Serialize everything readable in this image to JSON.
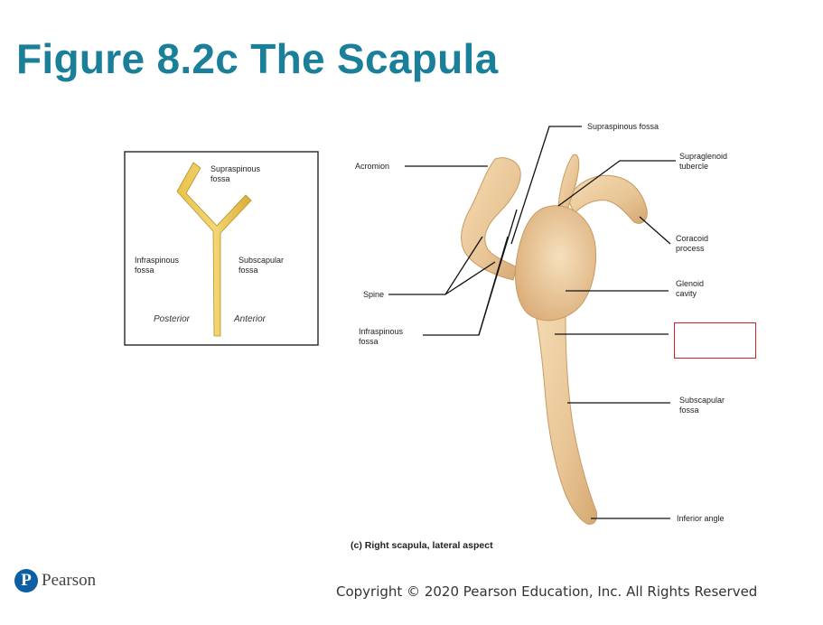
{
  "slide": {
    "title": "Figure 8.2c The Scapula",
    "copyright": "Copyright © 2020 Pearson Education, Inc. All Rights Reserved",
    "logo_text": "Pearson",
    "logo_mark": "P"
  },
  "inset": {
    "labels": {
      "supraspinous": [
        "Supraspinous",
        "fossa"
      ],
      "infraspinous": [
        "Infraspinous",
        "fossa"
      ],
      "subscapular": [
        "Subscapular",
        "fossa"
      ],
      "posterior": "Posterior",
      "anterior": "Anterior"
    }
  },
  "main": {
    "labels": {
      "acromion": "Acromion",
      "spine": "Spine",
      "infraspinous": [
        "Infraspinous",
        "fossa"
      ],
      "supraspinous": "Supraspinous fossa",
      "supraglenoid": [
        "Supraglenoid",
        "tubercle"
      ],
      "coracoid": [
        "Coracoid",
        "process"
      ],
      "glenoid": [
        "Glenoid",
        "cavity"
      ],
      "subscapular": [
        "Subscapular",
        "fossa"
      ],
      "inferior_angle": "Inferior angle"
    },
    "caption_letter": "(c)",
    "caption_text": " Right scapula, lateral aspect"
  },
  "colors": {
    "title": "#1a7f99",
    "bone": "#e8c89a",
    "answer_box_border": "#cc2222"
  }
}
